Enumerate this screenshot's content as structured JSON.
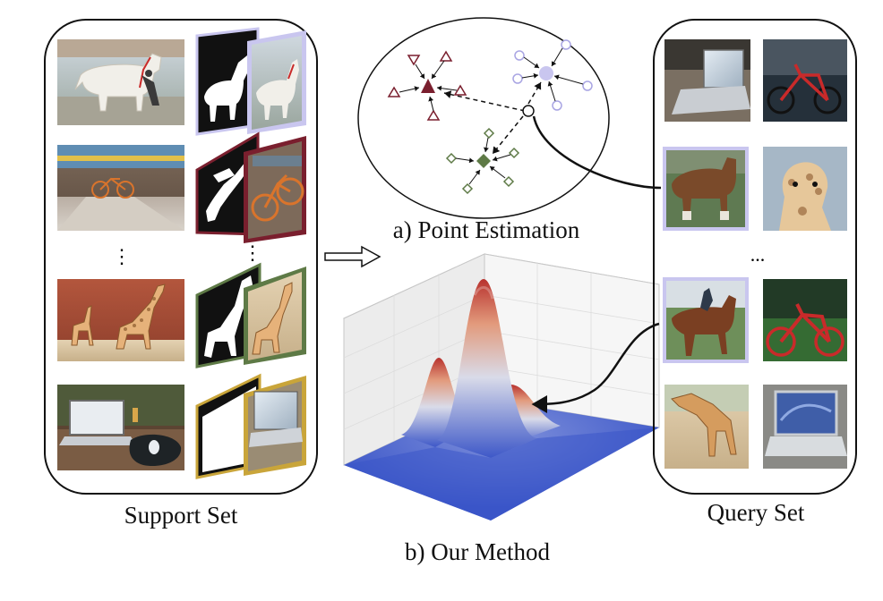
{
  "captions": {
    "support_set": "Support Set",
    "query_set": "Query Set",
    "point_estimation": "a) Point Estimation",
    "our_method": "b) Our Method"
  },
  "ellipsis": {
    "support_left": "⋮",
    "support_right": "⋮",
    "query": "..."
  },
  "colors": {
    "horse": "#c9c6ef",
    "bicycle": "#7a1f2e",
    "giraffe": "#5e7a46",
    "laptop": "#c9a53a",
    "surface_low": "#3a55c8",
    "surface_high": "#c8423a"
  },
  "support_items": [
    {
      "subject": "horse",
      "mask": "horse-mask"
    },
    {
      "subject": "bicycle",
      "mask": "bicycle-mask"
    },
    {
      "subject": "giraffe",
      "mask": "giraffe-mask"
    },
    {
      "subject": "laptop",
      "mask": "laptop-mask"
    }
  ],
  "query_items": [
    {
      "subject": "laptop"
    },
    {
      "subject": "bicycle"
    },
    {
      "subject": "horse"
    },
    {
      "subject": "giraffe"
    },
    {
      "subject": "horse"
    },
    {
      "subject": "bicycle"
    },
    {
      "subject": "giraffe"
    },
    {
      "subject": "laptop"
    }
  ]
}
